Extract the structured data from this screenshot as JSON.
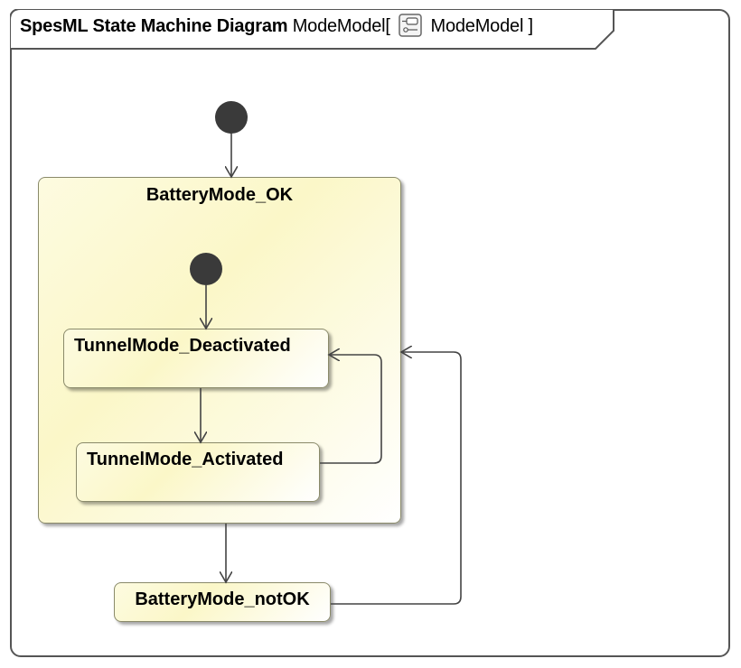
{
  "frame": {
    "kind": "SpesML State Machine Diagram",
    "name_prefix": "ModeModel[",
    "element_icon": "state-machine-icon",
    "element_name": "ModeModel",
    "name_suffix": "]"
  },
  "states": {
    "battery_ok": "BatteryMode_OK",
    "tunnel_deactivated": "TunnelMode_Deactivated",
    "tunnel_activated": "TunnelMode_Activated",
    "battery_notok": "BatteryMode_notOK"
  },
  "colors": {
    "state_fill": "#fbf7c8",
    "state_border": "#8a8a6a",
    "initial_node": "#3a3a3a",
    "line": "#444444"
  }
}
